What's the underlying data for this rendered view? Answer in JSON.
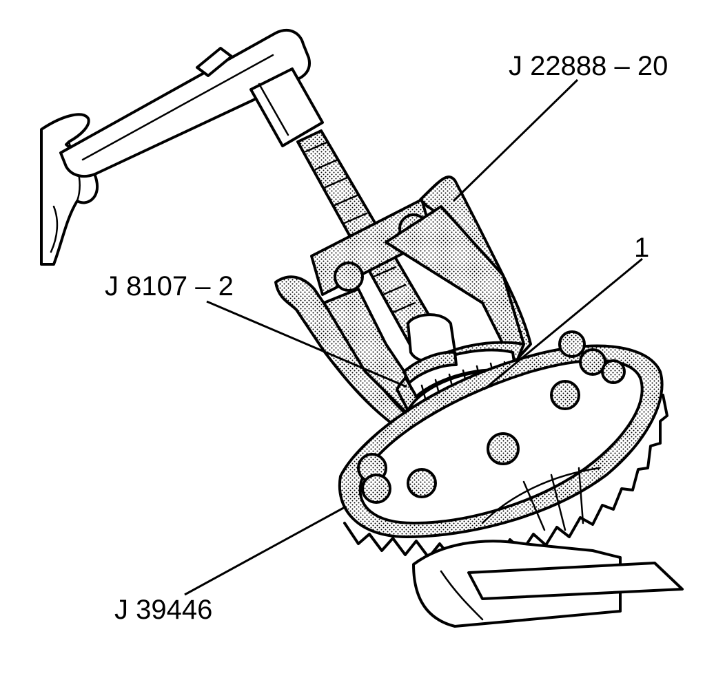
{
  "callouts": {
    "j22888": "J 22888 – 20",
    "item_1": "1",
    "j8107": "J 8107 – 2",
    "j39446": "J 39446"
  }
}
